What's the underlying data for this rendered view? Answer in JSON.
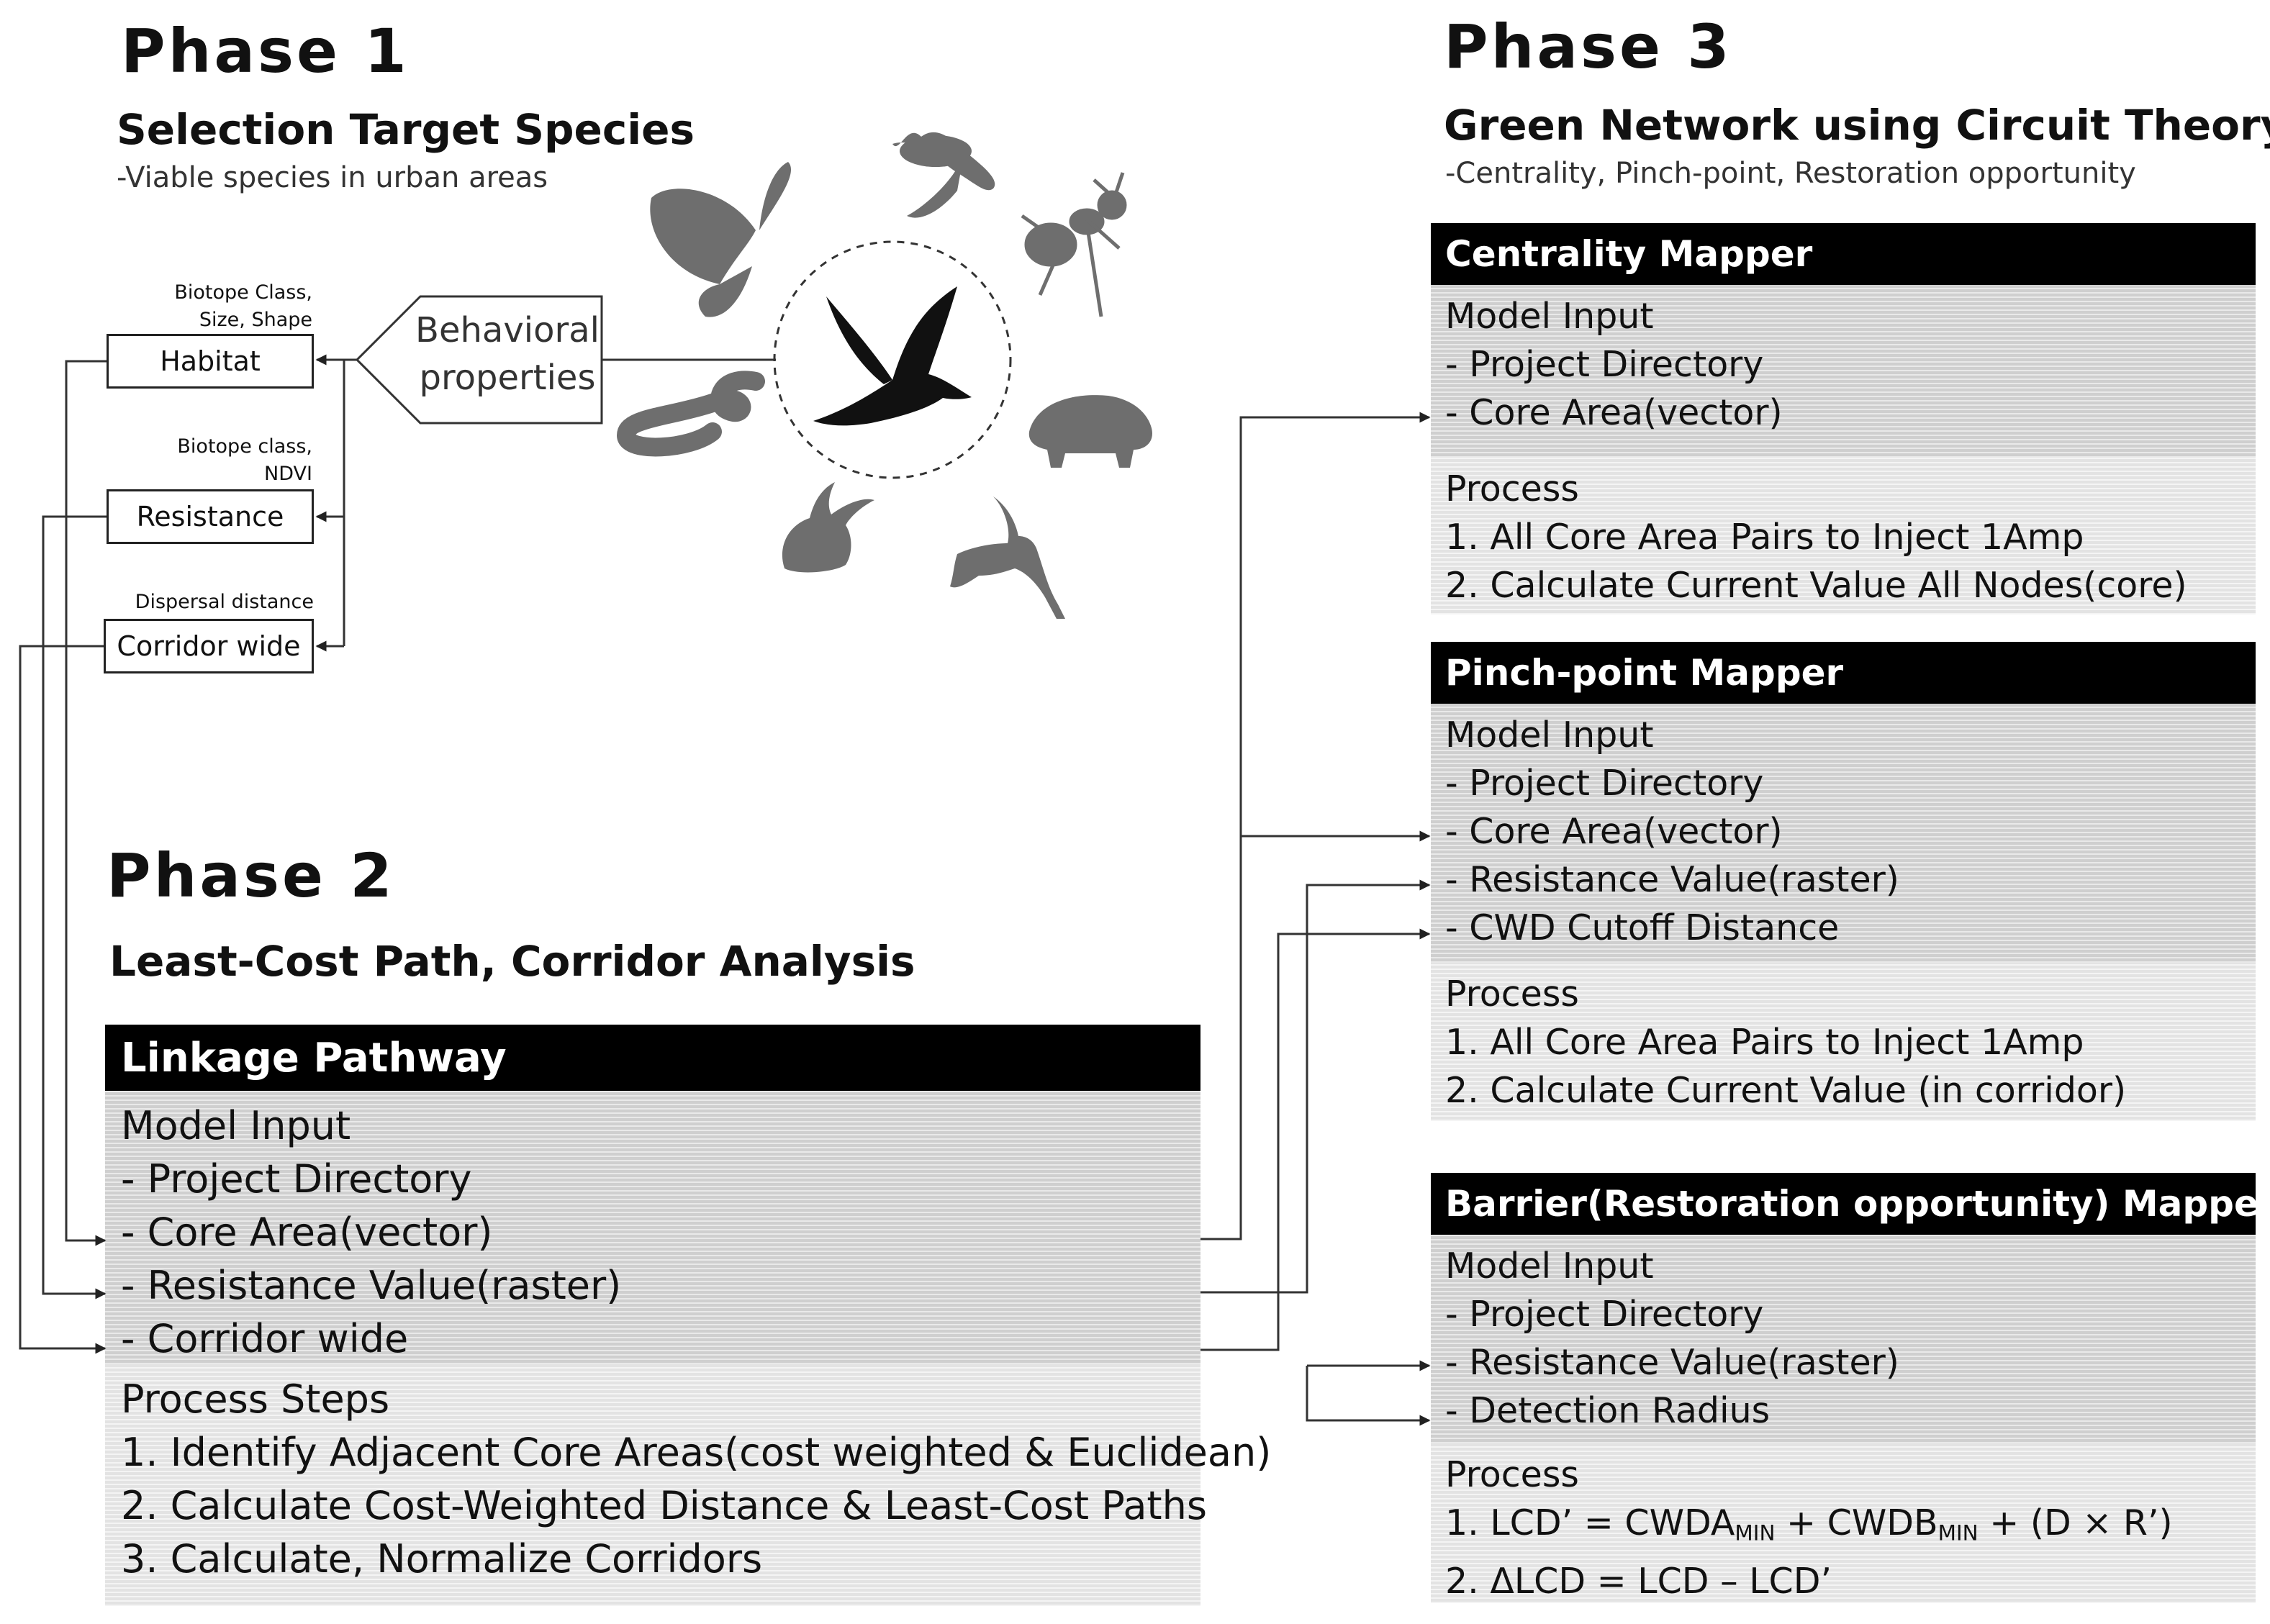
{
  "phase1": {
    "title": "Phase 1",
    "subtitle": "Selection Target Species",
    "note": "-Viable species in urban areas",
    "behavioral_label_line1": "Behavioral",
    "behavioral_label_line2": "properties",
    "boxes": {
      "habitat": {
        "label": "Habitat",
        "note_line1": "Biotope Class,",
        "note_line2": "Size, Shape"
      },
      "resistance": {
        "label": "Resistance",
        "note_line1": "Biotope class,",
        "note_line2": "NDVI"
      },
      "corridor": {
        "label": "Corridor wide",
        "note_line1": "Dispersal distance"
      }
    },
    "species_icons": [
      "bird-icon",
      "butterfly-icon",
      "frog-icon",
      "ant-icon",
      "snake-icon",
      "boar-icon",
      "rabbit-icon",
      "deer-icon"
    ]
  },
  "phase2": {
    "title": "Phase 2",
    "subtitle": "Least-Cost Path, Corridor Analysis",
    "panel": {
      "header": "Linkage Pathway",
      "input_title": "Model Input",
      "inputs": [
        "- Project Directory",
        "- Core Area(vector)",
        "- Resistance Value(raster)",
        "- Corridor wide"
      ],
      "process_title": "Process Steps",
      "steps": [
        "1. Identify Adjacent Core Areas(cost weighted & Euclidean)",
        "2. Calculate Cost-Weighted Distance & Least-Cost Paths",
        "3. Calculate, Normalize Corridors"
      ]
    }
  },
  "phase3": {
    "title": "Phase 3",
    "subtitle": "Green Network using Circuit Theory",
    "note": "-Centrality, Pinch-point, Restoration opportunity",
    "centrality": {
      "header": "Centrality Mapper",
      "input_title": "Model Input",
      "inputs": [
        "- Project Directory",
        "- Core Area(vector)"
      ],
      "process_title": "Process",
      "steps": [
        "1. All Core Area Pairs to Inject 1Amp",
        "2. Calculate Current Value All Nodes(core)"
      ]
    },
    "pinch": {
      "header": "Pinch-point Mapper",
      "input_title": "Model Input",
      "inputs": [
        "- Project Directory",
        "- Core Area(vector)",
        "- Resistance Value(raster)",
        "- CWD Cutoff Distance"
      ],
      "process_title": "Process",
      "steps": [
        "1. All Core Area Pairs to Inject 1Amp",
        "2. Calculate Current Value (in corridor)"
      ]
    },
    "barrier": {
      "header": "Barrier(Restoration opportunity) Mapper",
      "input_title": "Model Input",
      "inputs": [
        "- Project Directory",
        "- Resistance Value(raster)",
        "- Detection Radius"
      ],
      "process_title": "Process",
      "formula1": {
        "prefix": "1. LCD’ = CWDA",
        "sub1": "MIN",
        "middle": " + CWDB",
        "sub2": "MIN",
        "suffix": " + (D × R’)"
      },
      "formula2": "2. ΔLCD = LCD – LCD’"
    }
  },
  "colors": {
    "header_bg": "#000000",
    "panel_dark": "#cfcfcf",
    "panel_light": "#e3e3e3",
    "silhouette": "#6e6e6e",
    "bird": "#111111"
  }
}
